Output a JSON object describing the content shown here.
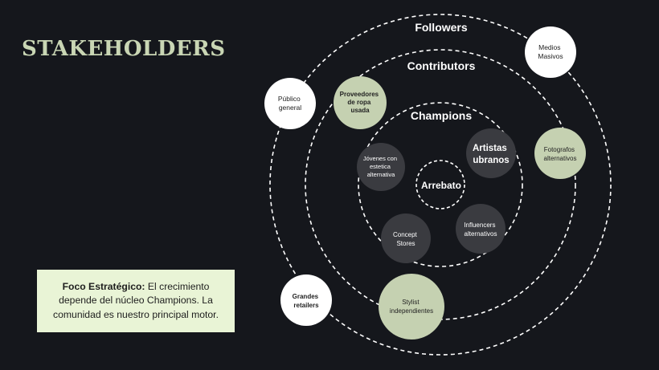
{
  "title": "STAKEHOLDERS",
  "callout": {
    "label": "Foco Estratégico:",
    "text": " El crecimiento depende del núcleo Champions. La comunidad es nuestro principal motor."
  },
  "rings": {
    "followers": "Followers",
    "contributors": "Contributors",
    "champions": "Champions",
    "core": "Arrebato"
  },
  "nodes": {
    "medios_masivos": [
      "Medios",
      "Masivos"
    ],
    "publico_general": [
      "Público",
      "general"
    ],
    "proveedores_ropa": [
      "Proveedores",
      "de ropa",
      "usada"
    ],
    "fotografos": [
      "Fotografos",
      "alternativos"
    ],
    "grandes_retailers": [
      "Grandes",
      "retailers"
    ],
    "stylist": [
      "Stylist",
      "independientes"
    ],
    "jovenes": [
      "Jóvenes con",
      "estetica",
      "alternativa"
    ],
    "artistas": [
      "Artistas",
      "ubranos"
    ],
    "concept_stores": [
      "Concept",
      "Stores"
    ],
    "influencers": [
      "Influencers",
      "alternativos"
    ]
  },
  "colors": {
    "background": "#15171c",
    "title": "#c9d6b4",
    "callout_bg": "#e9f4d6",
    "node_white": "#ffffff",
    "node_green": "#c5d1b1",
    "node_gray": "#3a3b40",
    "ring": "#ffffff"
  }
}
